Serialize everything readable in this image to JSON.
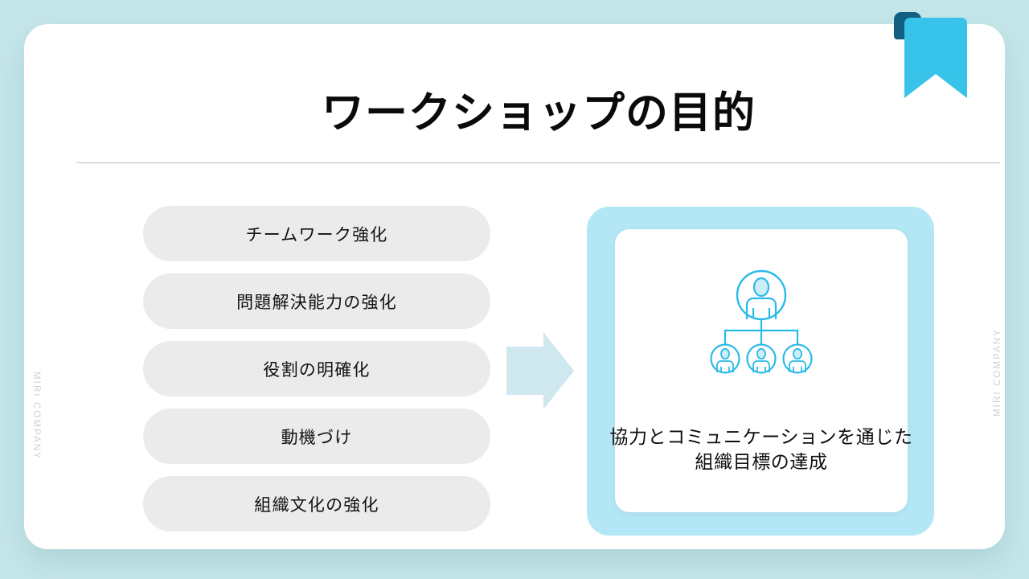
{
  "slide": {
    "title": "ワークショップの目的",
    "background_color": "#c5e6e9",
    "card_color": "#ffffff",
    "accent_color": "#38c3ea",
    "accent_dark_color": "#12607f",
    "panel_color": "#b3e7f5",
    "pill_color": "#ebebeb"
  },
  "watermark": {
    "left": "MIRI COMPANY",
    "right": "MIRI COMPANY"
  },
  "objectives": [
    {
      "label": "チームワーク強化"
    },
    {
      "label": "問題解決能力の強化"
    },
    {
      "label": "役割の明確化"
    },
    {
      "label": "動機づけ"
    },
    {
      "label": "組織文化の強化"
    }
  ],
  "flow": {
    "arrow_icon": "arrow-right-icon",
    "arrow_color": "#cfe7ef"
  },
  "outcome": {
    "icon": "organization-hierarchy-icon",
    "icon_color": "#29bbe8",
    "icon_fill": "#cdeef8",
    "text": "協力とコミュニケーションを通じた\n組織目標の達成",
    "line1": "協力とコミュニケーションを通じた",
    "line2": "組織目標の達成"
  },
  "decoration": {
    "bookmark_icon": "bookmark-icon",
    "dot_icon": "rounded-square-dot-icon"
  }
}
